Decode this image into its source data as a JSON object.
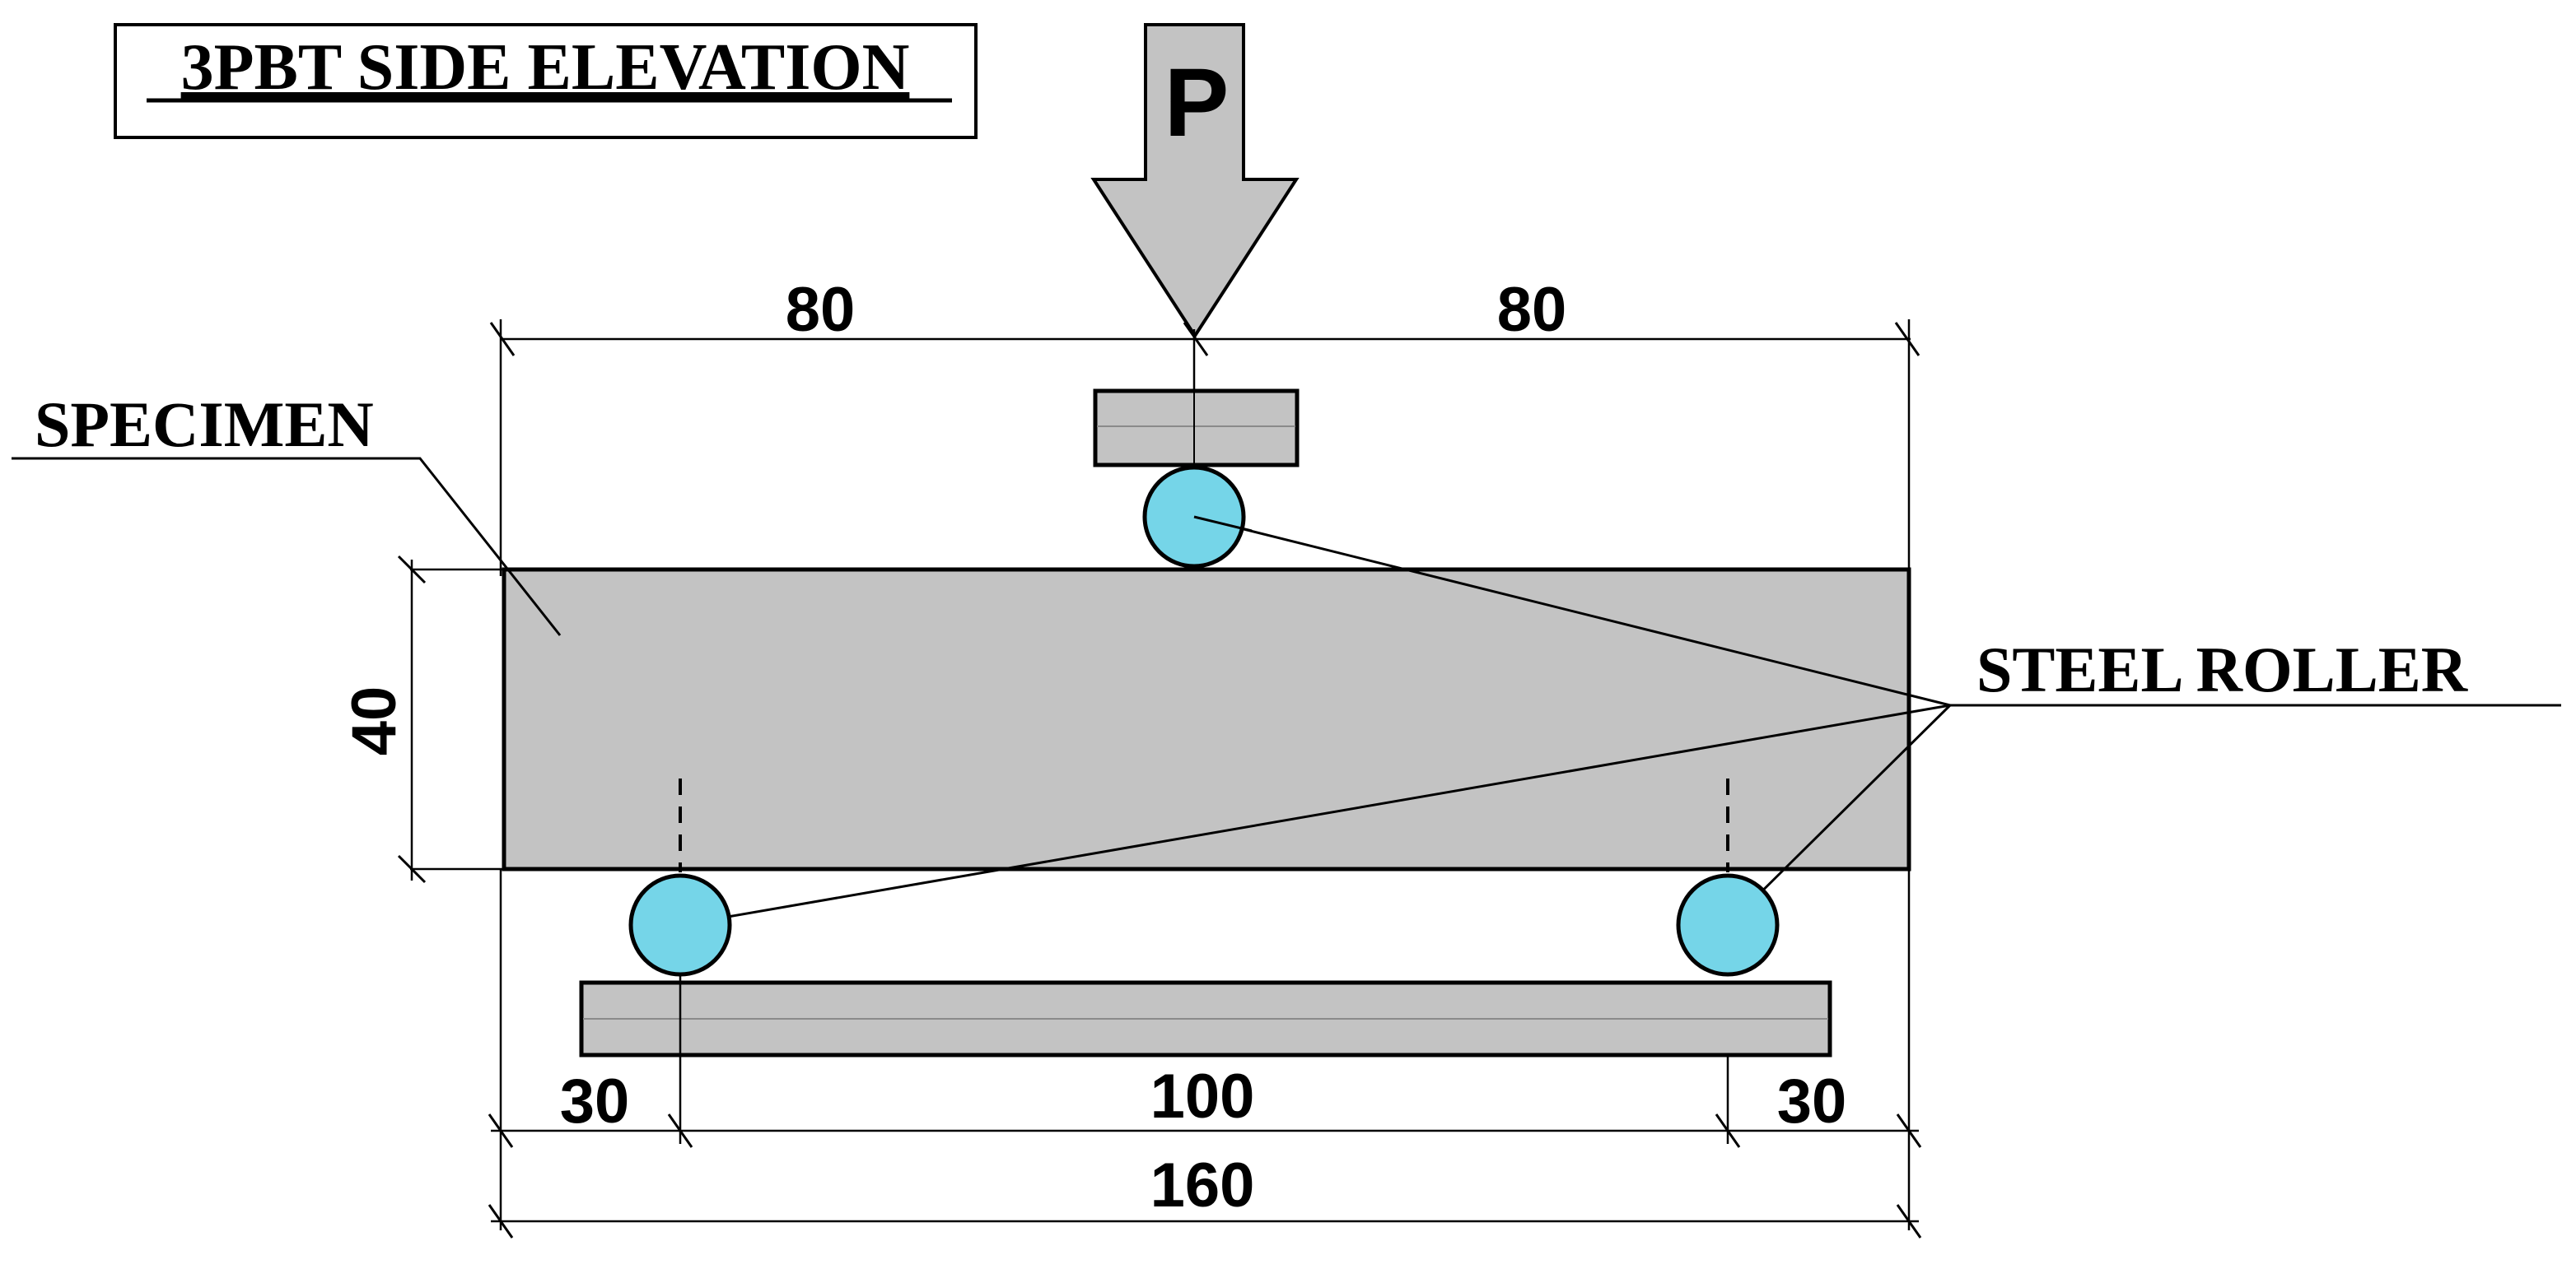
{
  "title": "3PBT SIDE ELEVATION",
  "load_label": "P",
  "labels": {
    "specimen": "SPECIMEN",
    "roller": "STEEL ROLLER"
  },
  "dimensions": {
    "top_left": "80",
    "top_right": "80",
    "height": "40",
    "bottom_left": "30",
    "bottom_middle": "100",
    "bottom_right": "30",
    "total": "160"
  },
  "colors": {
    "specimen_fill": "#c3c3c3",
    "roller_fill": "#75d5e8",
    "arrow_fill": "#c3c3c3",
    "line": "#000000"
  }
}
